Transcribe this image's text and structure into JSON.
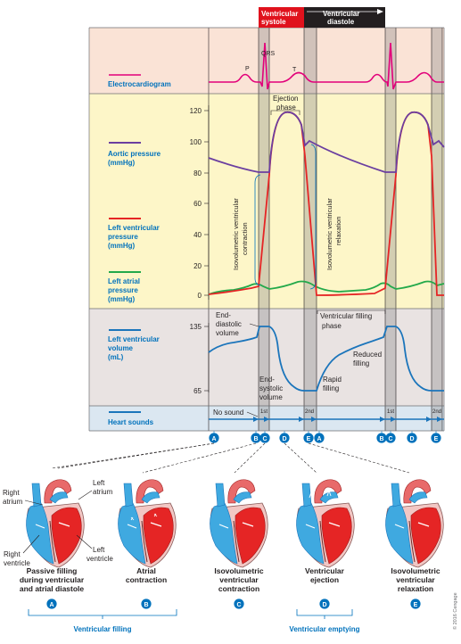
{
  "header": {
    "systole": "Ventricular systole",
    "systole_lines": [
      "Ventricular",
      "systole"
    ],
    "diastole_lines": [
      "Ventricular",
      "diastole"
    ]
  },
  "ecg": {
    "title": "Electrocardiogram",
    "labels": {
      "p": "P",
      "qrs": "QRS",
      "t": "T"
    }
  },
  "pressure": {
    "ticks": [
      "120",
      "100",
      "80",
      "60",
      "40",
      "20",
      "0"
    ],
    "aortic_lines": [
      "Aortic pressure",
      "(mmHg)"
    ],
    "lv_lines": [
      "Left ventricular",
      "pressure",
      "(mmHg)"
    ],
    "la_lines": [
      "Left atrial",
      "pressure",
      "(mmHg)"
    ],
    "ejection_lines": [
      "Ejection",
      "phase"
    ],
    "iso_contraction_lines": [
      "Isovolumetric ventricular",
      "contraction"
    ],
    "iso_relaxation_lines": [
      "Isovolumetric ventricular",
      "relaxation"
    ]
  },
  "volume": {
    "ticks": [
      "135",
      "65"
    ],
    "title_lines": [
      "Left ventricular",
      "volume",
      "(mL)"
    ],
    "edv_lines": [
      "End-",
      "diastolic",
      "volume"
    ],
    "esv_lines": [
      "End-",
      "systolic",
      "volume"
    ],
    "filling_lines": [
      "Ventricular filling",
      "phase"
    ],
    "reduced_lines": [
      "Reduced",
      "filling"
    ],
    "rapid_lines": [
      "Rapid",
      "filling"
    ]
  },
  "sounds": {
    "title": "Heart sounds",
    "no_sound": "No sound",
    "first": "1st",
    "second": "2nd"
  },
  "phase_markers": [
    "A",
    "B",
    "C",
    "D",
    "E",
    "A",
    "B",
    "C",
    "D",
    "E"
  ],
  "hearts": {
    "anatomy": {
      "right_atrium": [
        "Right",
        "atrium"
      ],
      "left_atrium": [
        "Left",
        "atrium"
      ],
      "right_ventricle": [
        "Right",
        "ventricle"
      ],
      "left_ventricle": [
        "Left",
        "ventricle"
      ]
    },
    "panels": [
      {
        "letter": "A",
        "lines": [
          "Passive filling",
          "during ventricular",
          "and atrial diastole"
        ]
      },
      {
        "letter": "B",
        "lines": [
          "Atrial",
          "contraction"
        ]
      },
      {
        "letter": "C",
        "lines": [
          "Isovolumetric",
          "ventricular",
          "contraction"
        ]
      },
      {
        "letter": "D",
        "lines": [
          "Ventricular",
          "ejection"
        ]
      },
      {
        "letter": "E",
        "lines": [
          "Isovolumetric",
          "ventricular",
          "relaxation"
        ]
      }
    ],
    "groups": {
      "filling": "Ventricular filling",
      "emptying": "Ventricular emptying"
    }
  },
  "copyright": "© 2016 Cengage",
  "colors": {
    "aortic": "#6b3fa0",
    "lv": "#e52525",
    "la": "#23a94a",
    "volume": "#1b75bb",
    "ecg": "#e2007a",
    "accent_blue": "#0072bc",
    "systole_red": "#e0121d"
  }
}
